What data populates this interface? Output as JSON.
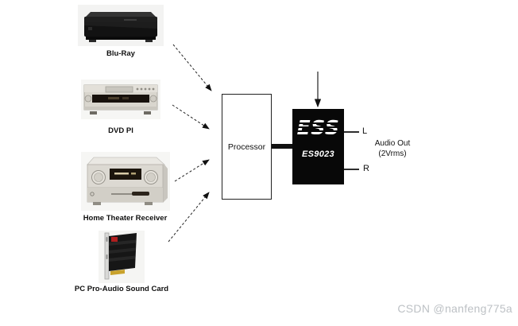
{
  "diagram": {
    "sources": [
      {
        "label": "Blu-Ray",
        "icon": "blu-ray-player"
      },
      {
        "label": "DVD Pl",
        "icon": "dvd-player"
      },
      {
        "label": "Home Theater Receiver",
        "icon": "av-receiver"
      },
      {
        "label": "PC Pro-Audio Sound Card",
        "icon": "pci-sound-card"
      }
    ],
    "processor": {
      "label": "Processor"
    },
    "dac": {
      "logo": "ESS",
      "part_number": "ES9023"
    },
    "output": {
      "left_pin": "L",
      "right_pin": "R",
      "caption_line1": "Audio Out",
      "caption_line2": "(2Vrms)"
    },
    "watermark": "CSDN @nanfeng775a",
    "colors": {
      "dac_background": "#080808",
      "line": "#1a1a1a",
      "watermark_text": "#bdc1c5"
    }
  }
}
